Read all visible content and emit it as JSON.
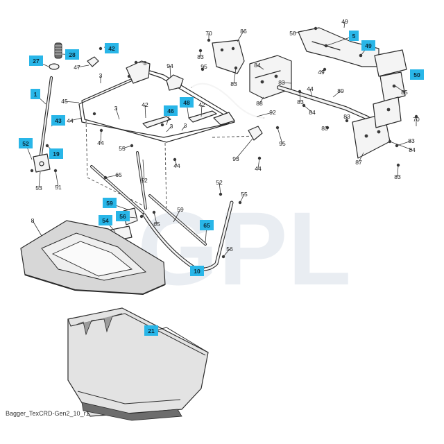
{
  "caption": "Bagger_TexCRD-Gen2_10_r1",
  "watermark": {
    "letters": "GPL",
    "registered": "®",
    "color": "#e9edf2"
  },
  "highlight_color": "#29b6e8",
  "callouts": [
    {
      "label": "70",
      "highlighted": false
    },
    {
      "label": "86",
      "highlighted": false
    },
    {
      "label": "49",
      "highlighted": false
    },
    {
      "label": "50",
      "highlighted": false
    },
    {
      "label": "5",
      "highlighted": true
    },
    {
      "label": "49",
      "highlighted": true
    },
    {
      "label": "28",
      "highlighted": true
    },
    {
      "label": "42",
      "highlighted": true
    },
    {
      "label": "27",
      "highlighted": true
    },
    {
      "label": "47",
      "highlighted": false
    },
    {
      "label": "83",
      "highlighted": false
    },
    {
      "label": "49",
      "highlighted": false
    },
    {
      "label": "50",
      "highlighted": true
    },
    {
      "label": "94",
      "highlighted": false
    },
    {
      "label": "95",
      "highlighted": false
    },
    {
      "label": "84",
      "highlighted": false
    },
    {
      "label": "3",
      "highlighted": false
    },
    {
      "label": "3",
      "highlighted": false
    },
    {
      "label": "83",
      "highlighted": false
    },
    {
      "label": "83",
      "highlighted": false
    },
    {
      "label": "85",
      "highlighted": false
    },
    {
      "label": "1",
      "highlighted": true
    },
    {
      "label": "45",
      "highlighted": false
    },
    {
      "label": "44",
      "highlighted": false
    },
    {
      "label": "89",
      "highlighted": false
    },
    {
      "label": "42",
      "highlighted": false
    },
    {
      "label": "48",
      "highlighted": true
    },
    {
      "label": "42",
      "highlighted": false
    },
    {
      "label": "3",
      "highlighted": false
    },
    {
      "label": "88",
      "highlighted": false
    },
    {
      "label": "83",
      "highlighted": false
    },
    {
      "label": "46",
      "highlighted": true
    },
    {
      "label": "84",
      "highlighted": false
    },
    {
      "label": "92",
      "highlighted": false
    },
    {
      "label": "83",
      "highlighted": false
    },
    {
      "label": "70",
      "highlighted": false
    },
    {
      "label": "44",
      "highlighted": false
    },
    {
      "label": "3",
      "highlighted": false
    },
    {
      "label": "3",
      "highlighted": false
    },
    {
      "label": "43",
      "highlighted": true
    },
    {
      "label": "83",
      "highlighted": false
    },
    {
      "label": "95",
      "highlighted": false
    },
    {
      "label": "52",
      "highlighted": true
    },
    {
      "label": "44",
      "highlighted": false
    },
    {
      "label": "19",
      "highlighted": true
    },
    {
      "label": "83",
      "highlighted": false
    },
    {
      "label": "55",
      "highlighted": false
    },
    {
      "label": "84",
      "highlighted": false
    },
    {
      "label": "93",
      "highlighted": false
    },
    {
      "label": "87",
      "highlighted": false
    },
    {
      "label": "44",
      "highlighted": false
    },
    {
      "label": "44",
      "highlighted": false
    },
    {
      "label": "65",
      "highlighted": false
    },
    {
      "label": "52",
      "highlighted": false
    },
    {
      "label": "53",
      "highlighted": false
    },
    {
      "label": "51",
      "highlighted": false
    },
    {
      "label": "83",
      "highlighted": false
    },
    {
      "label": "52",
      "highlighted": false
    },
    {
      "label": "55",
      "highlighted": false
    },
    {
      "label": "59",
      "highlighted": true
    },
    {
      "label": "56",
      "highlighted": true
    },
    {
      "label": "59",
      "highlighted": false
    },
    {
      "label": "8",
      "highlighted": false
    },
    {
      "label": "54",
      "highlighted": true
    },
    {
      "label": "65",
      "highlighted": false
    },
    {
      "label": "65",
      "highlighted": true
    },
    {
      "label": "56",
      "highlighted": false
    },
    {
      "label": "10",
      "highlighted": true
    },
    {
      "label": "21",
      "highlighted": true
    }
  ]
}
